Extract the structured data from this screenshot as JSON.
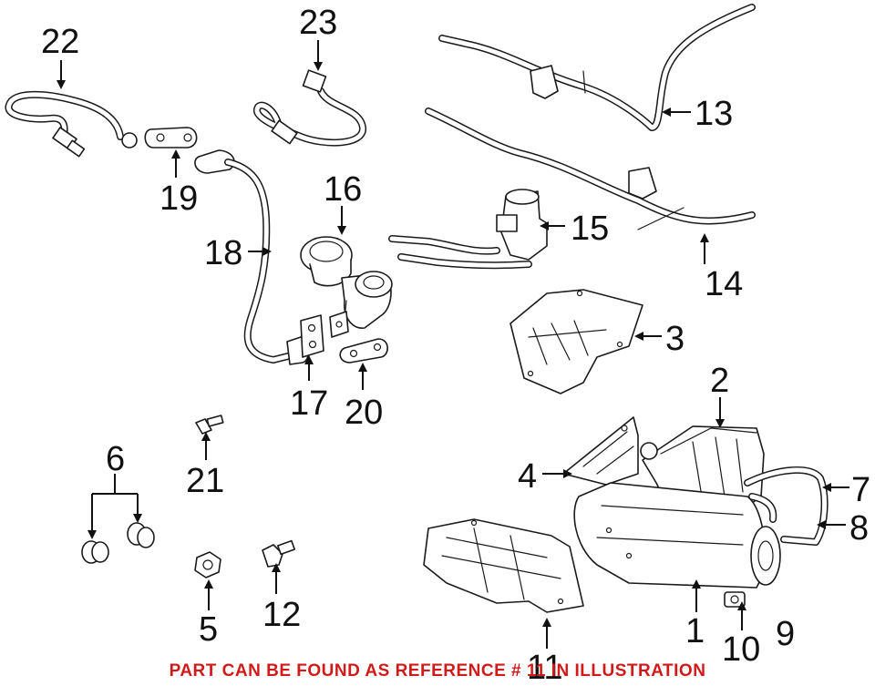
{
  "caption": "PART CAN BE FOUND AS REFERENCE # 11 IN ILLUSTRATION",
  "callouts": {
    "c1": "1",
    "c2": "2",
    "c3": "3",
    "c4": "4",
    "c5": "5",
    "c6": "6",
    "c7": "7",
    "c8": "8",
    "c9": "9",
    "c10": "10",
    "c11": "11",
    "c12": "12",
    "c13": "13",
    "c14": "14",
    "c15": "15",
    "c16": "16",
    "c17": "17",
    "c18": "18",
    "c19": "19",
    "c20": "20",
    "c21": "21",
    "c22": "22",
    "c23": "23"
  },
  "colors": {
    "line": "#1a1a1a",
    "caption": "#d11a1a",
    "background": "#ffffff"
  }
}
